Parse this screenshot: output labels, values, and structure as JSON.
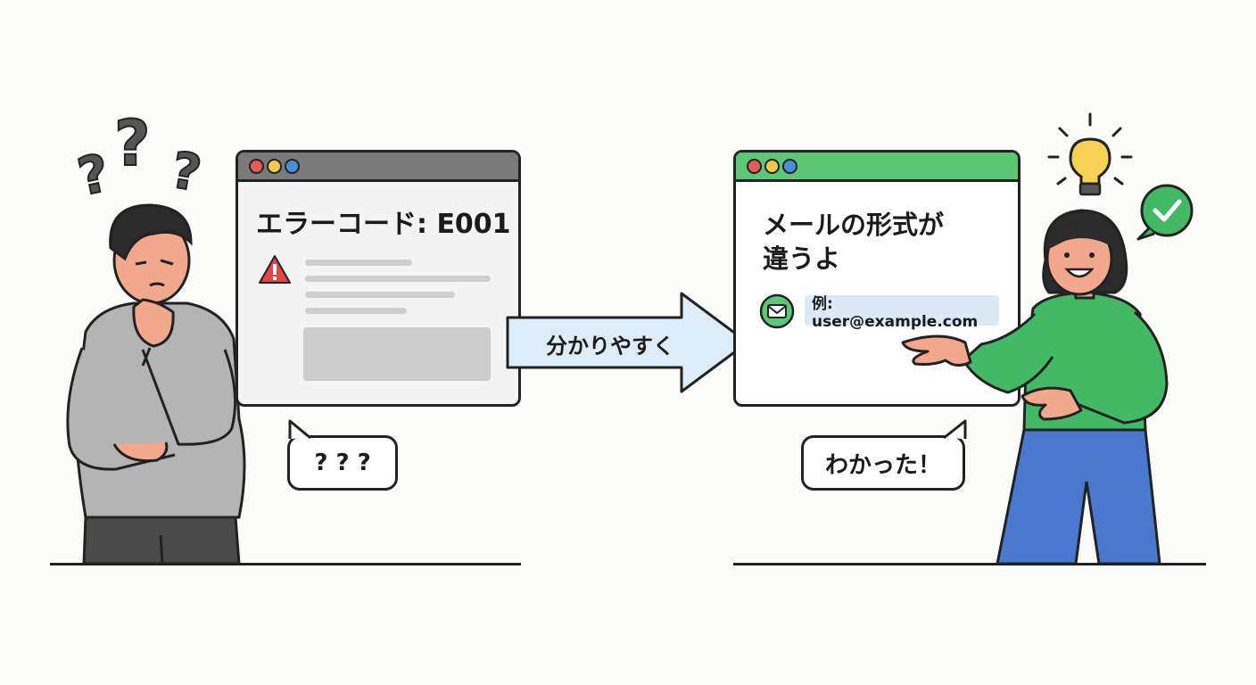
{
  "left_panel": {
    "error_title": "エラーコード: E001",
    "bubble_text": "? ? ?",
    "window_dot_colors": [
      "#e45b5b",
      "#f2c94c",
      "#4a90d9"
    ],
    "titlebar_color": "#7a7a7a"
  },
  "arrow": {
    "label": "分かりやすく",
    "fill_color": "#dcecf9"
  },
  "right_panel": {
    "message": "メールの形式が\n違うよ",
    "email_example": "例: user@example.com",
    "bubble_text": "わかった！",
    "window_dot_colors": [
      "#e45b5b",
      "#f2c94c",
      "#4a90d9"
    ],
    "titlebar_color": "#5cc776"
  },
  "icons": [
    "question-mark-icon",
    "warning-icon",
    "mail-icon",
    "lightbulb-icon",
    "check-bubble-icon"
  ]
}
